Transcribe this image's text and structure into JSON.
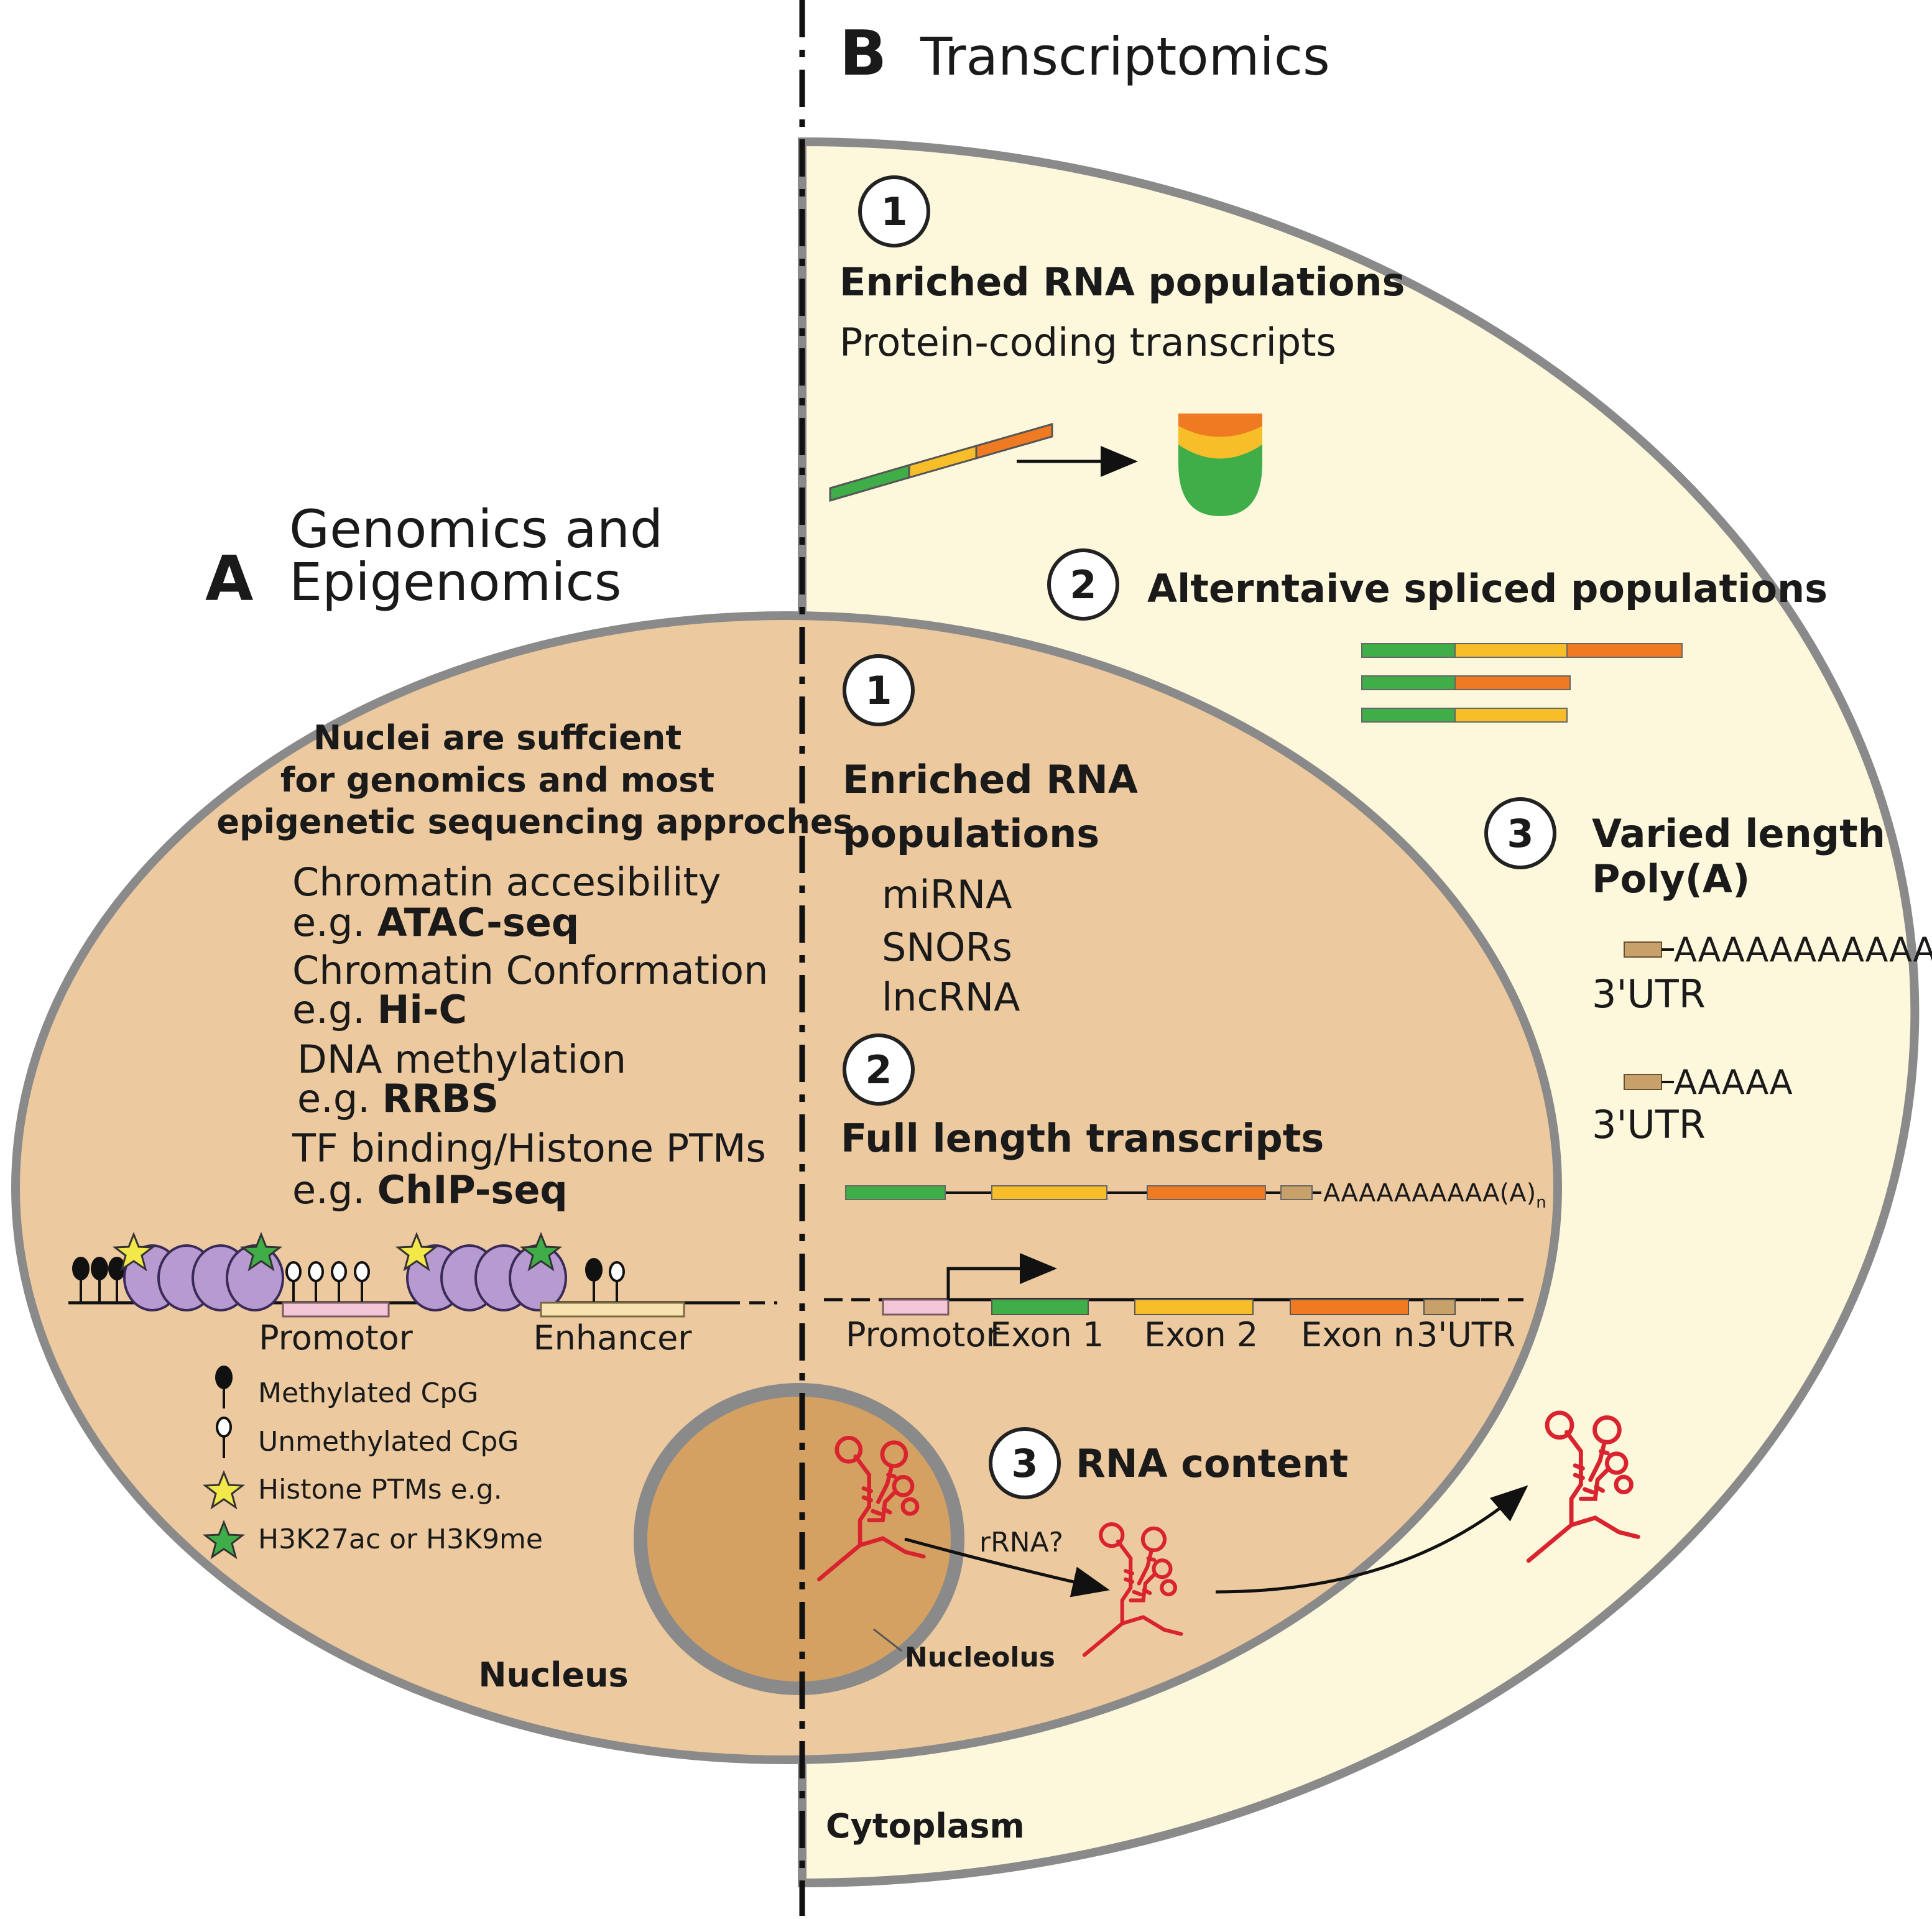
{
  "panel_a": {
    "letter": "A",
    "title_line1": "Genomics and",
    "title_line2": "Epigenomics",
    "intro_line1": "Nuclei are suffcient",
    "intro_line2": "for genomics and most",
    "intro_line3": "epigenetic sequencing approches",
    "methods": [
      {
        "label": "Chromatin accesibility",
        "prefix": "e.g. ",
        "example": "ATAC-seq"
      },
      {
        "label": "Chromatin Conformation",
        "prefix": "e.g. ",
        "example": "Hi-C"
      },
      {
        "label": "DNA methylation",
        "prefix": "e.g. ",
        "example": "RRBS"
      },
      {
        "label": "TF binding/Histone PTMs",
        "prefix": "e.g. ",
        "example": "ChIP-seq"
      }
    ],
    "dna_labels": {
      "promotor": "Promotor",
      "enhancer": "Enhancer"
    },
    "legend": [
      {
        "icon": "filled-lollipop-icon",
        "label": "Methylated CpG"
      },
      {
        "icon": "open-lollipop-icon",
        "label": "Unmethylated CpG"
      },
      {
        "icon": "yellow-star-icon",
        "label": "Histone PTMs e.g."
      },
      {
        "icon": "green-star-icon",
        "label": "H3K27ac or H3K9me"
      }
    ],
    "nucleus_label": "Nucleus",
    "nucleolus_label": "Nucleolus"
  },
  "panel_b": {
    "letter": "B",
    "title": "Transcriptomics",
    "cytoplasm_label": "Cytoplasm",
    "cyto_items": [
      {
        "number": "1",
        "title": "Enriched RNA populations",
        "subtitle": "Protein-coding transcripts"
      },
      {
        "number": "2",
        "title": "Alterntaive spliced populations"
      },
      {
        "number": "3",
        "title_line1": "Varied length",
        "title_line2": "Poly(A)"
      }
    ],
    "polya": [
      {
        "tail": "AAAAAAAAAAAA",
        "utr": "3'UTR"
      },
      {
        "tail": "AAAAA",
        "utr": "3'UTR"
      }
    ],
    "nuclear_items": {
      "one": {
        "number": "1",
        "title_line1": "Enriched RNA",
        "title_line2": "populations",
        "rnas": [
          "miRNA",
          "SNORs",
          "lncRNA"
        ]
      },
      "two": {
        "number": "2",
        "title": "Full length transcripts",
        "tail": "AAAAAAAAAA(A)",
        "tail_sub": "n"
      },
      "three": {
        "number": "3",
        "title": "RNA content",
        "rrna": "rRNA?"
      }
    },
    "gene_labels": {
      "promotor": "Promotor",
      "exon1": "Exon 1",
      "exon2": "Exon 2",
      "exonn": "Exon n",
      "utr": "3'UTR"
    }
  },
  "colors": {
    "nucleus_fill": "#ecc99e",
    "nucleolus_fill": "#d4a163",
    "cytoplasm_fill": "#fdf8dc",
    "membrane": "#8a8a8a",
    "exon_green": "#3fae49",
    "exon_yellow": "#f7be2a",
    "exon_orange": "#ef7a22",
    "utr": "#c8a06a",
    "rna_red": "#d9232e",
    "histone": "#b79ad0"
  }
}
